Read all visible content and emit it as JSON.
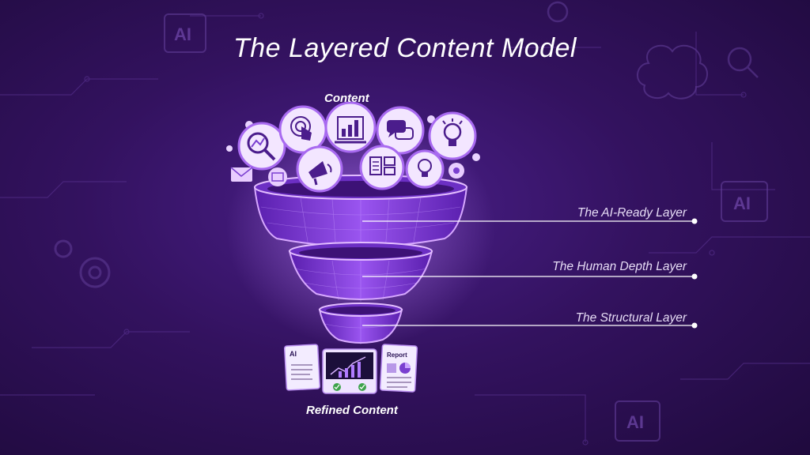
{
  "title": "The Layered Content Model",
  "top_label": "Content",
  "bottom_label": "Refined Content",
  "layers": [
    {
      "label": "The AI-Ready Layer"
    },
    {
      "label": "The Human Depth Layer"
    },
    {
      "label": "The Structural Layer"
    }
  ],
  "background_chips": [
    "AI",
    "AI",
    "AI"
  ],
  "output_docs": {
    "left_tag": "AI",
    "right_tag": "Report"
  },
  "content_icons": [
    "search-analytics-icon",
    "touch-icon",
    "bar-chart-icon",
    "chat-bubbles-icon",
    "lightbulb-icon",
    "megaphone-icon",
    "document-icon",
    "idea-icon",
    "email-icon",
    "gear-icon"
  ],
  "colors": {
    "background": "#33125f",
    "funnel": "#b57cff",
    "bubble": "#f3e6ff",
    "accent": "#9b4dff"
  }
}
